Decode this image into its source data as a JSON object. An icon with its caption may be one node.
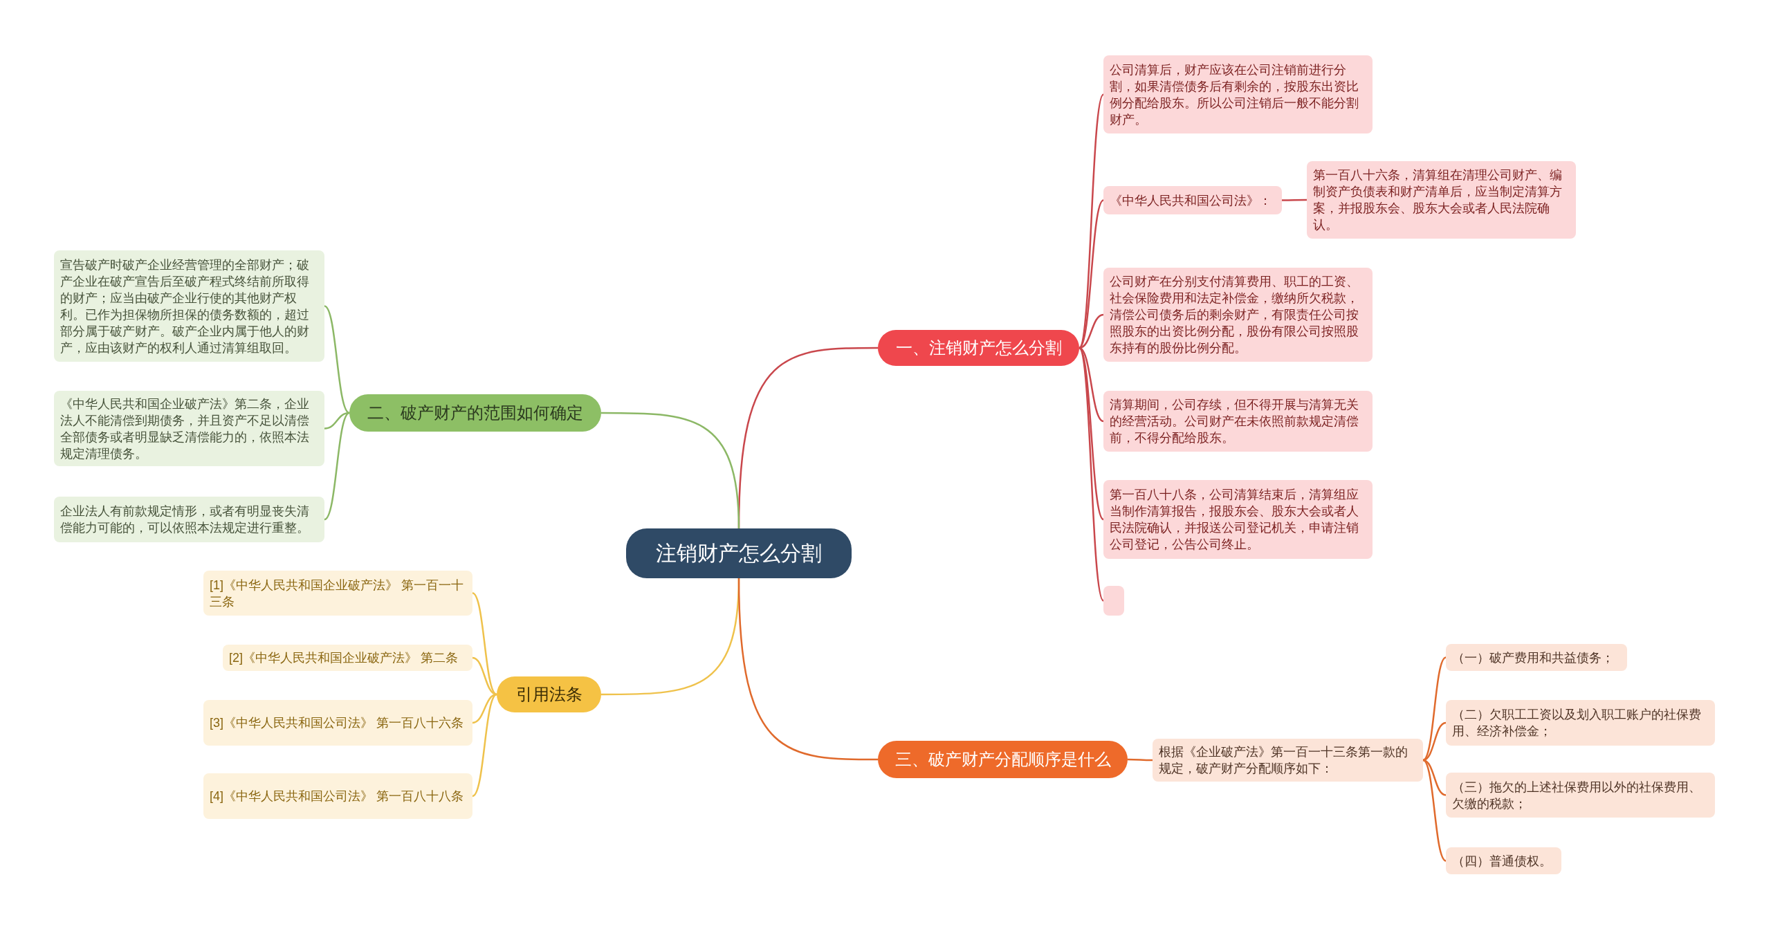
{
  "diagram": {
    "nodes": [
      {
        "text": [
          "注销财产怎么分割"
        ]
      },
      {
        "text": [
          "一、注销财产怎么分割"
        ]
      },
      {
        "text": [
          "公司清算后，财产应该在公司注销前进行分割，如果清偿债务后有剩余的，按股东出资比例分配给股东。所以公司注销后一般不能分割财产。"
        ]
      },
      {
        "text": [
          "《中华人民共和国公司法》："
        ]
      },
      {
        "text": [
          "第一百八十六条，清算组在清理公司财产、编制资产负债表和财产清单后，应当制定清算方案，并报股东会、股东大会或者人民法院确认。"
        ]
      },
      {
        "text": [
          "公司财产在分别支付清算费用、职工的工资、社会保险费用和法定补偿金，缴纳所欠税款，清偿公司债务后的剩余财产，有限责任公司按照股东的出资比例分配，股份有限公司按照股东持有的股份比例分配。"
        ]
      },
      {
        "text": [
          "清算期间，公司存续，但不得开展与清算无关的经营活动。公司财产在未依照前款规定清偿前，不得分配给股东。"
        ]
      },
      {
        "text": [
          "第一百八十八条，公司清算结束后，清算组应当制作清算报告，报股东会、股东大会或者人民法院确认，并报送公司登记机关，申请注销公司登记，公告公司终止。"
        ]
      },
      {
        "text": [],
        "shape": "box"
      },
      {
        "text": [
          "二、破产财产的范围如何确定"
        ]
      },
      {
        "text": [
          "宣告破产时破产企业经营管理的全部财产；破产企业在破产宣告后至破产程式终结前所取得的财产；应当由破产企业行使的其他财产权利。已作为担保物所担保的债务数额的，超过部分属于破产财产。破产企业内属于他人的财产，应由该财产的权利人通过清算组取回。"
        ]
      },
      {
        "text": [
          "《中华人民共和国企业破产法》第二条，企业法人不能清偿到期债务，并且资产不足以清偿全部债务或者明显缺乏清偿能力的，依照本法规定清理债务。"
        ]
      },
      {
        "text": [
          "企业法人有前款规定情形，或者有明显丧失清偿能力可能的，可以依照本法规定进行重整。"
        ]
      },
      {
        "text": [
          "引用法条"
        ]
      },
      {
        "text": [
          "[1]《中华人民共和国企业破产法》 第一百一十三条"
        ]
      },
      {
        "text": [
          "[2]《中华人民共和国企业破产法》 第二条"
        ]
      },
      {
        "text": [
          "[3]《中华人民共和国公司法》 第一百八十六条"
        ]
      },
      {
        "text": [
          "[4]《中华人民共和国公司法》 第一百八十八条"
        ]
      },
      {
        "text": [
          "三、破产财产分配顺序是什么"
        ]
      },
      {
        "text": [
          "根据《企业破产法》第一百一十三条第一款的规定，破产财产分配顺序如下："
        ]
      },
      {
        "text": [
          "（一）破产费用和共益债务；"
        ]
      },
      {
        "text": [
          "（二）欠职工工资以及划入职工账户的社保费用、经济补偿金；"
        ]
      },
      {
        "text": [
          "（三）拖欠的上述社保费用以外的社保费用、欠缴的税款；"
        ]
      },
      {
        "text": [
          "（四）普通债权。"
        ]
      }
    ],
    "edges": [
      {
        "from": 0,
        "to": 1,
        "arrow": "none",
        "color": "#c9474c"
      },
      {
        "from": 0,
        "to": 9,
        "arrow": "none",
        "color": "#8cb866"
      },
      {
        "from": 0,
        "to": 13,
        "arrow": "none",
        "color": "#efc24c"
      },
      {
        "from": 0,
        "to": 18,
        "arrow": "none",
        "color": "#e06a2c"
      },
      {
        "from": 1,
        "to": 2,
        "arrow": "none",
        "color": "#c9474c"
      },
      {
        "from": 1,
        "to": 3,
        "arrow": "none",
        "color": "#c9474c"
      },
      {
        "from": 3,
        "to": 4,
        "arrow": "none",
        "color": "#c9474c"
      },
      {
        "from": 1,
        "to": 5,
        "arrow": "none",
        "color": "#c9474c"
      },
      {
        "from": 1,
        "to": 6,
        "arrow": "none",
        "color": "#c9474c"
      },
      {
        "from": 1,
        "to": 7,
        "arrow": "none",
        "color": "#c9474c"
      },
      {
        "from": 1,
        "to": 8,
        "arrow": "none",
        "color": "#c9474c"
      },
      {
        "from": 9,
        "to": 10,
        "arrow": "none",
        "color": "#8cb866"
      },
      {
        "from": 9,
        "to": 11,
        "arrow": "none",
        "color": "#8cb866"
      },
      {
        "from": 9,
        "to": 12,
        "arrow": "none",
        "color": "#8cb866"
      },
      {
        "from": 13,
        "to": 14,
        "arrow": "none",
        "color": "#efc24c"
      },
      {
        "from": 13,
        "to": 15,
        "arrow": "none",
        "color": "#efc24c"
      },
      {
        "from": 13,
        "to": 16,
        "arrow": "none",
        "color": "#efc24c"
      },
      {
        "from": 13,
        "to": 17,
        "arrow": "none",
        "color": "#efc24c"
      },
      {
        "from": 18,
        "to": 19,
        "arrow": "none",
        "color": "#e06a2c"
      },
      {
        "from": 19,
        "to": 20,
        "arrow": "none",
        "color": "#e06a2c"
      },
      {
        "from": 19,
        "to": 21,
        "arrow": "none",
        "color": "#e06a2c"
      },
      {
        "from": 19,
        "to": 22,
        "arrow": "none",
        "color": "#e06a2c"
      },
      {
        "from": 19,
        "to": 23,
        "arrow": "none",
        "color": "#e06a2c"
      }
    ]
  }
}
